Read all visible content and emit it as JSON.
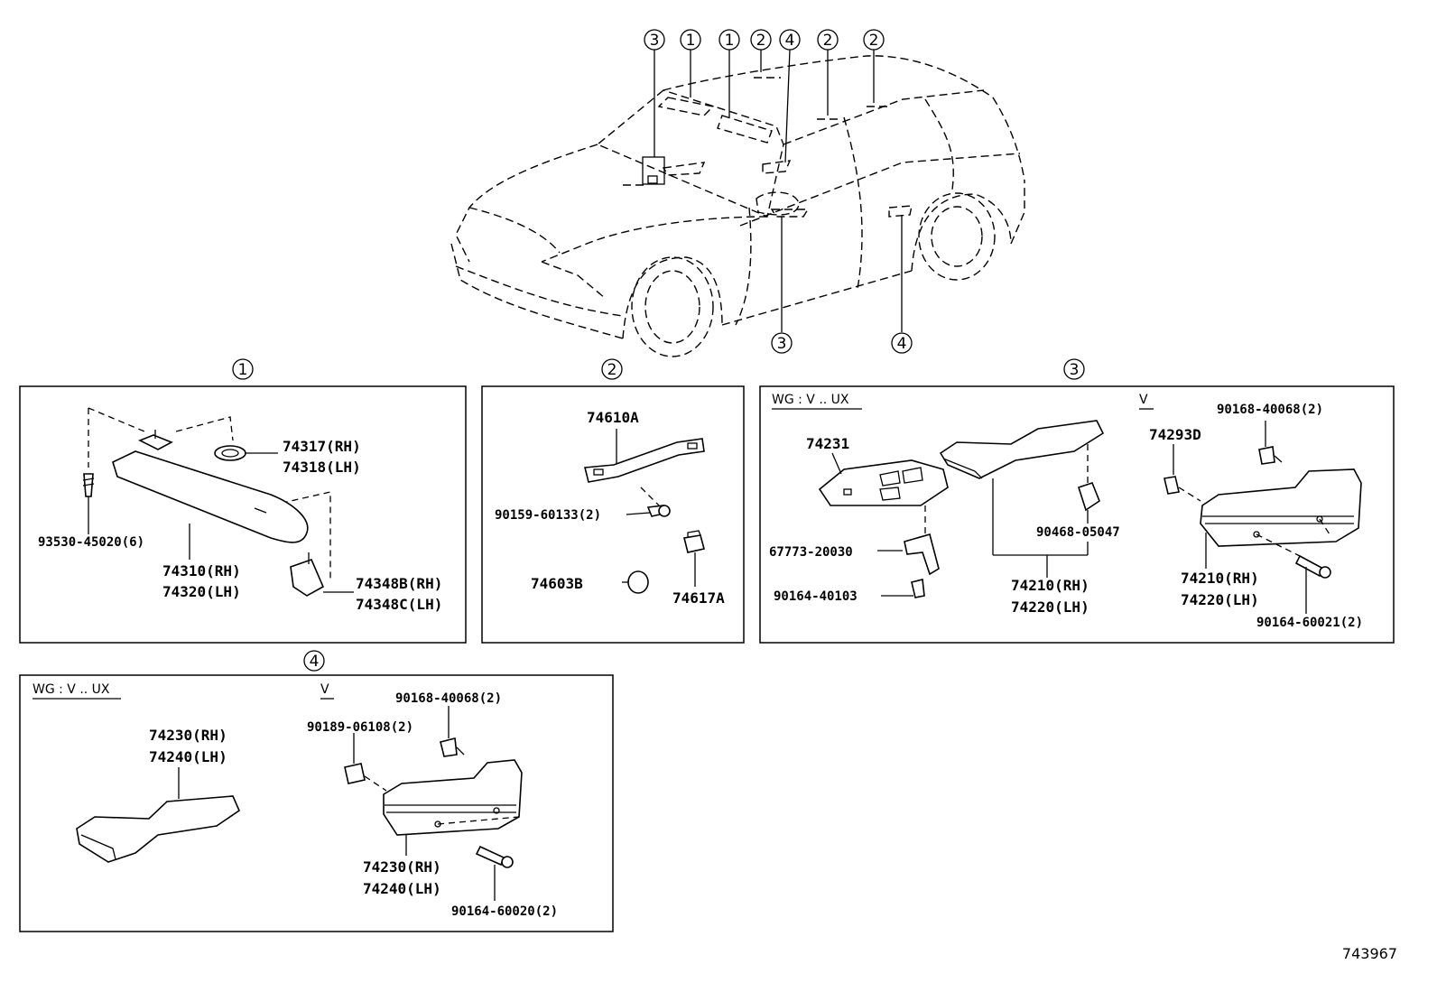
{
  "callouts": {
    "c1": "1",
    "c2": "2",
    "c3": "3",
    "c4": "4"
  },
  "car": {
    "top_markers": [
      "3",
      "1",
      "1",
      "2",
      "4",
      "2",
      "2"
    ],
    "bottom_markers": [
      "3",
      "4"
    ]
  },
  "section1": {
    "label": "1",
    "parts": {
      "p74317": "74317(RH)",
      "p74318": "74318(LH)",
      "p93530": "93530-45020(6)",
      "p74310": "74310(RH)",
      "p74320": "74320(LH)",
      "p74348b": "74348B(RH)",
      "p74348c": "74348C(LH)"
    }
  },
  "section2": {
    "label": "2",
    "parts": {
      "p74610a": "74610A",
      "p90159": "90159-60133(2)",
      "p74603b": "74603B",
      "p74617a": "74617A"
    }
  },
  "section3": {
    "label": "3",
    "variant_wg": "WG : V .. UX",
    "variant_v": "V",
    "parts": {
      "p74231": "74231",
      "p67773": "67773-20030",
      "p90164a": "90164-40103",
      "p90468": "90468-05047",
      "p74210a": "74210(RH)",
      "p74220a": "74220(LH)",
      "p90168": "90168-40068(2)",
      "p74293d": "74293D",
      "p74210b": "74210(RH)",
      "p74220b": "74220(LH)",
      "p90164b": "90164-60021(2)"
    }
  },
  "section4": {
    "label": "4",
    "variant_wg": "WG : V .. UX",
    "variant_v": "V",
    "parts": {
      "p74230a": "74230(RH)",
      "p74240a": "74240(LH)",
      "p90168": "90168-40068(2)",
      "p90189": "90189-06108(2)",
      "p74230b": "74230(RH)",
      "p74240b": "74240(LH)",
      "p90164": "90164-60020(2)"
    }
  },
  "diagram_id": "743967"
}
